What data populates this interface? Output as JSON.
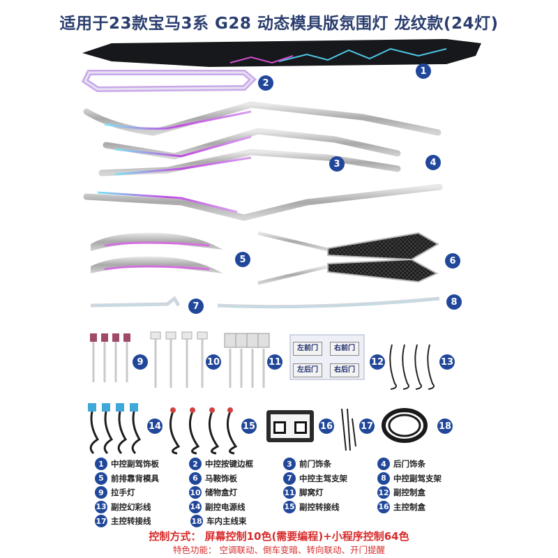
{
  "title": "适用于23款宝马3系 G28 动态模具版氛围灯 龙纹款(24灯)",
  "parts": [
    "1",
    "2",
    "3",
    "4",
    "5",
    "6",
    "7",
    "8",
    "9",
    "10",
    "11",
    "12",
    "13",
    "14",
    "15",
    "16",
    "17",
    "18"
  ],
  "door_labels": [
    "左前门",
    "右前门",
    "左后门",
    "右后门"
  ],
  "legend": [
    {
      "num": "1",
      "label": "中控副驾饰板"
    },
    {
      "num": "2",
      "label": "中控按键边框"
    },
    {
      "num": "3",
      "label": "前门饰条"
    },
    {
      "num": "4",
      "label": "后门饰条"
    },
    {
      "num": "5",
      "label": "前排靠背模具"
    },
    {
      "num": "6",
      "label": "马鞍饰板"
    },
    {
      "num": "7",
      "label": "中控主驾支架"
    },
    {
      "num": "8",
      "label": "中控副驾支架"
    },
    {
      "num": "9",
      "label": "拉手灯"
    },
    {
      "num": "10",
      "label": "储物盒灯"
    },
    {
      "num": "11",
      "label": "脚窝灯"
    },
    {
      "num": "12",
      "label": "副控制盒"
    },
    {
      "num": "13",
      "label": "副控幻彩线"
    },
    {
      "num": "14",
      "label": "副控电源线"
    },
    {
      "num": "15",
      "label": "副控转接线"
    },
    {
      "num": "16",
      "label": "主控制盒"
    },
    {
      "num": "17",
      "label": "主控转接线"
    },
    {
      "num": "18",
      "label": "车内主线束"
    }
  ],
  "control_method": "控制方式：  屏幕控制10色(需要编程)+小程序控制64色",
  "features": "特色功能：  空调联动、倒车变暗、转向联动、开门提醒",
  "colors": {
    "badge": "#21479a",
    "title": "#2a3d6e",
    "accent_text": "#d82a2a"
  }
}
